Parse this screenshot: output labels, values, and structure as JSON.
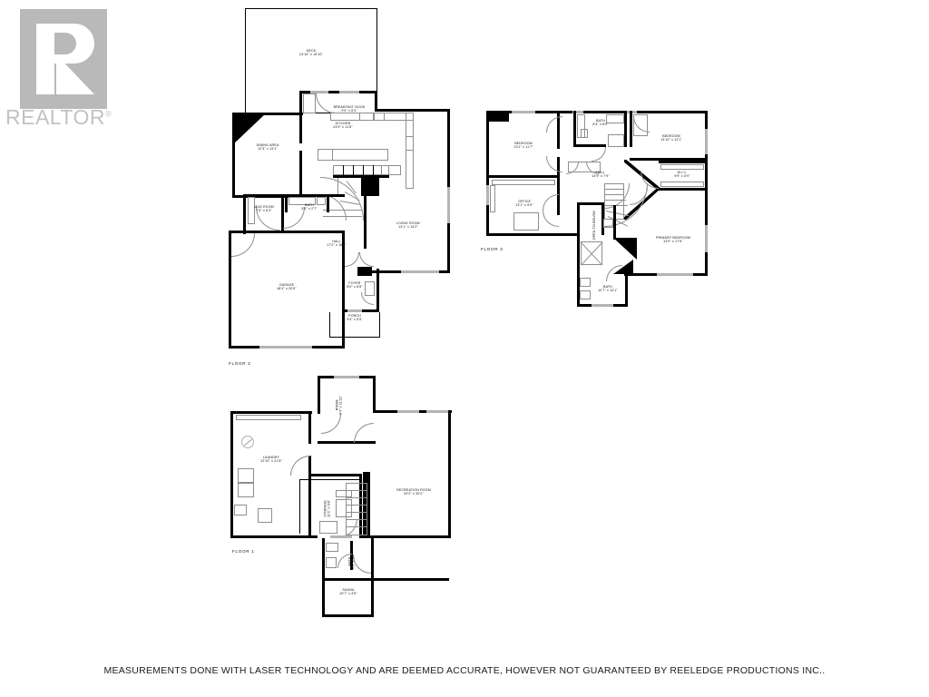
{
  "watermark": {
    "brand": "REALTOR",
    "registered": "®"
  },
  "disclaimer": "MEASUREMENTS DONE WITH LASER TECHNOLOGY AND ARE DEEMED ACCURATE, HOWEVER NOT GUARANTEED BY REELEDGE PRODUCTIONS INC..",
  "floors": [
    {
      "id": "floor-2",
      "name": "FLOOR 2",
      "rooms": [
        {
          "name": "DECK",
          "dims": "24'10\" x 19'10\""
        },
        {
          "name": "BREAKFAST NOOK",
          "dims": "9'4\" x 6'3\""
        },
        {
          "name": "KITCHEN",
          "dims": "24'9\" x 11'8\""
        },
        {
          "name": "DINING AREA",
          "dims": "12'3\" x 13'1\""
        },
        {
          "name": "BATH",
          "dims": "5'9\" x 2'7\""
        },
        {
          "name": "MUD ROOM",
          "dims": "7'5\" x 6'3\""
        },
        {
          "name": "LIVING ROOM",
          "dims": "13'1\" x 14'2\""
        },
        {
          "name": "HALL",
          "dims": "17'2\" x 16'2\""
        },
        {
          "name": "GARAGE",
          "dims": "18'4\" x 20'5\""
        },
        {
          "name": "FOYER",
          "dims": "8'0\" x 6'8\""
        },
        {
          "name": "PORCH",
          "dims": "9'4\" x 5'5\""
        }
      ]
    },
    {
      "id": "floor-3",
      "name": "FLOOR 3",
      "rooms": [
        {
          "name": "BEDROOM",
          "dims": "13'1\" x 11'7\""
        },
        {
          "name": "BATH",
          "dims": "8'3\" x 8'0\""
        },
        {
          "name": "BEDROOM",
          "dims": "13'10\" x 12'1\""
        },
        {
          "name": "HALL",
          "dims": "14'9\" x 7'9\""
        },
        {
          "name": "W.I.C.",
          "dims": "9'9\" x 5'9\""
        },
        {
          "name": "OFFICE",
          "dims": "13'1\" x 9'9\""
        },
        {
          "name": "PRIMARY BEDROOM",
          "dims": "13'9\" x 17'6\""
        },
        {
          "name": "BATH",
          "dims": "10'7\" x 13'1\""
        },
        {
          "name": "OPEN TO BELOW",
          "dims": ""
        }
      ]
    },
    {
      "id": "floor-1",
      "name": "FLOOR 1",
      "rooms": [
        {
          "name": "ROOM",
          "dims": "9'4\" x 11'11\""
        },
        {
          "name": "LAUNDRY",
          "dims": "12'10\" x 21'8\""
        },
        {
          "name": "STORAGE",
          "dims": "11'1\" x 9'8\""
        },
        {
          "name": "RECREATION ROOM",
          "dims": "20'2\" x 30'2\""
        },
        {
          "name": "BATH",
          "dims": "4'0\" x 9'4\""
        },
        {
          "name": "SAUNA",
          "dims": "10'7\" x 4'8\""
        }
      ]
    }
  ],
  "colors": {
    "wall": "#000000",
    "glazing": "#b4b4b4",
    "fixture": "#8e8e8e",
    "watermark": "#b9b9b9",
    "text": "#111111"
  }
}
